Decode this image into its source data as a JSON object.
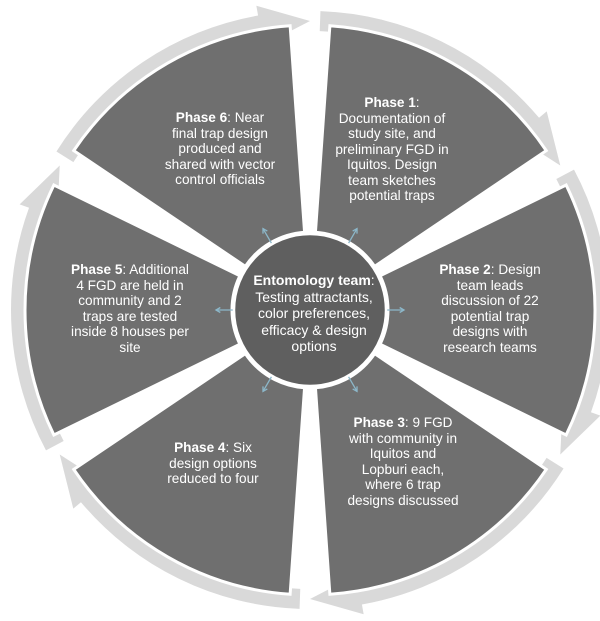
{
  "diagram": {
    "colors": {
      "segment_fill": "#6f6f6f",
      "arrow_fill": "#d9d9d9",
      "center_fill": "#5f5f5f",
      "connector": "#8cb7c9",
      "text": "#ffffff"
    },
    "phases": [
      {
        "id": "phase-1",
        "title": "Phase 1",
        "lines": [
          "Documentation of",
          "study site, and",
          "preliminary FGD in",
          "Iquitos.  Design",
          "team sketches",
          "potential traps"
        ]
      },
      {
        "id": "phase-2",
        "title": "Phase 2",
        "lines": [
          "Design",
          "team leads",
          "discussion of 22",
          "potential trap",
          "designs with",
          "research teams"
        ]
      },
      {
        "id": "phase-3",
        "title": "Phase 3",
        "lines": [
          "9 FGD",
          "with community in",
          "Iquitos and",
          "Lopburi each,",
          "where 6 trap",
          "designs discussed"
        ]
      },
      {
        "id": "phase-4",
        "title": "Phase 4",
        "lines": [
          "Six",
          "design options",
          "reduced to four"
        ]
      },
      {
        "id": "phase-5",
        "title": "Phase 5",
        "lines": [
          "Additional",
          "4 FGD are held in",
          "community and 2",
          "traps are tested",
          "inside 8 houses per",
          "site"
        ]
      },
      {
        "id": "phase-6",
        "title": "Phase 6",
        "lines": [
          "Near",
          "final trap design",
          "produced and",
          "shared with vector",
          "control officials"
        ]
      }
    ],
    "center": {
      "title": "Entomology team",
      "lines": [
        "Testing attractants,",
        "color preferences,",
        "efficacy  & design",
        "options"
      ]
    }
  }
}
